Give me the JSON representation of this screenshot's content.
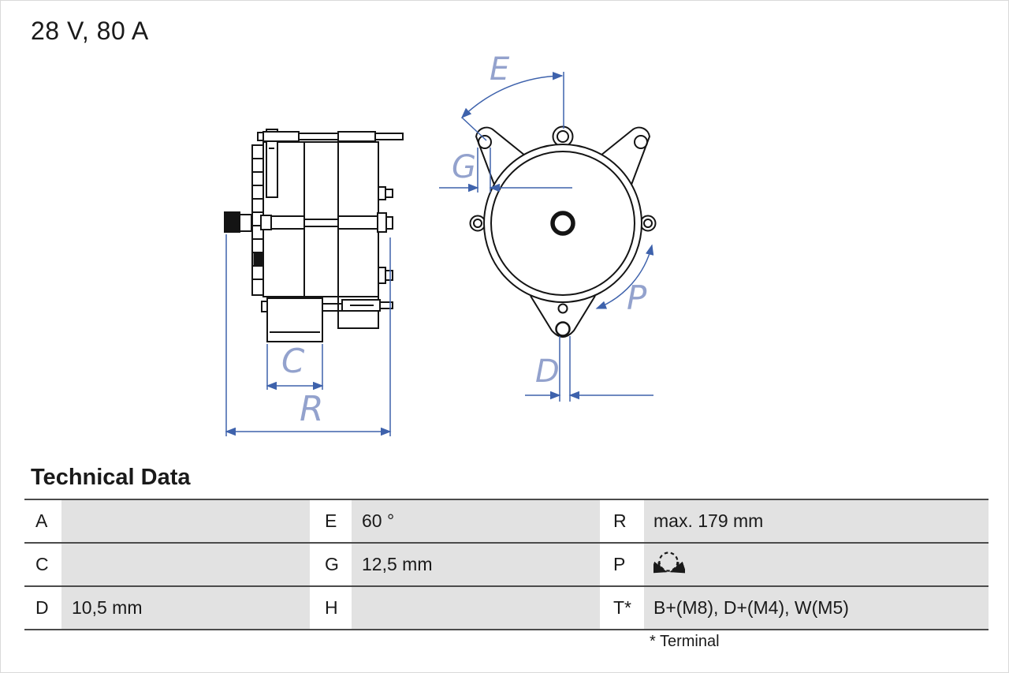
{
  "title": "28 V, 80 A",
  "drawing": {
    "dim_labels": {
      "E": "E",
      "G": "G",
      "C": "C",
      "R": "R",
      "D": "D",
      "P": "P"
    }
  },
  "technical_data": {
    "heading": "Technical Data",
    "rows": [
      {
        "c1l": "A",
        "c1v": "",
        "c2l": "E",
        "c2v": "60 °",
        "c3l": "R",
        "c3v": "max. 179 mm"
      },
      {
        "c1l": "C",
        "c1v": "",
        "c2l": "G",
        "c2v": "12,5 mm",
        "c3l": "P",
        "c3v": ""
      },
      {
        "c1l": "D",
        "c1v": "10,5 mm",
        "c2l": "H",
        "c2v": "",
        "c3l": "T*",
        "c3v": "B+(M8), D+(M4), W(M5)"
      }
    ],
    "rotation_icon": "rotation-both-directions",
    "footnote": "* Terminal"
  },
  "colors": {
    "line_black": "#141414",
    "dimension_blue": "#3e62ac",
    "letter_blue": "#93a2cd",
    "cell_gray": "#e2e2e2"
  }
}
